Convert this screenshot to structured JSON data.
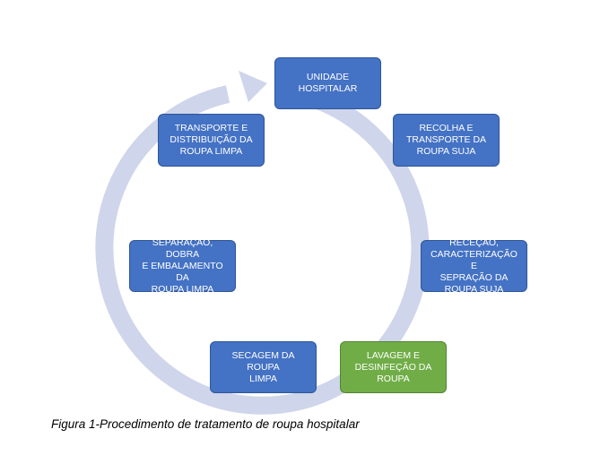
{
  "colors": {
    "node_blue": "#4472c4",
    "node_blue_border": "#2f5597",
    "node_green": "#70ad47",
    "node_green_border": "#548235",
    "ring": "#cfd5ea"
  },
  "diagram": {
    "nodes": [
      {
        "id": "unidade-hospitalar",
        "label": "UNIDADE\nHOSPITALAR",
        "color": "blue"
      },
      {
        "id": "recolha-transporte",
        "label": "RECOLHA E\nTRANSPORTE DA\nROUPA SUJA",
        "color": "blue"
      },
      {
        "id": "rececao-caracterizacao",
        "label": "RECEÇÃO,\nCARACTERIZAÇÃO E\nSEPRAÇÃO DA\nROUPA SUJA",
        "color": "blue"
      },
      {
        "id": "lavagem-desinfecao",
        "label": "LAVAGEM E\nDESINFEÇÃO DA\nROUPA",
        "color": "green"
      },
      {
        "id": "secagem",
        "label": "SECAGEM DA ROUPA\nLIMPA",
        "color": "blue"
      },
      {
        "id": "separacao-dobra",
        "label": "SEPARAÇÃO, DOBRA\nE EMBALAMENTO DA\nROUPA LIMPA",
        "color": "blue"
      },
      {
        "id": "transporte-distribuicao",
        "label": "TRANSPORTE E\nDISTRIBUIÇÃO  DA\nROUPA LIMPA",
        "color": "blue"
      }
    ]
  },
  "caption": "Figura 1-Procedimento de tratamento de roupa hospitalar"
}
